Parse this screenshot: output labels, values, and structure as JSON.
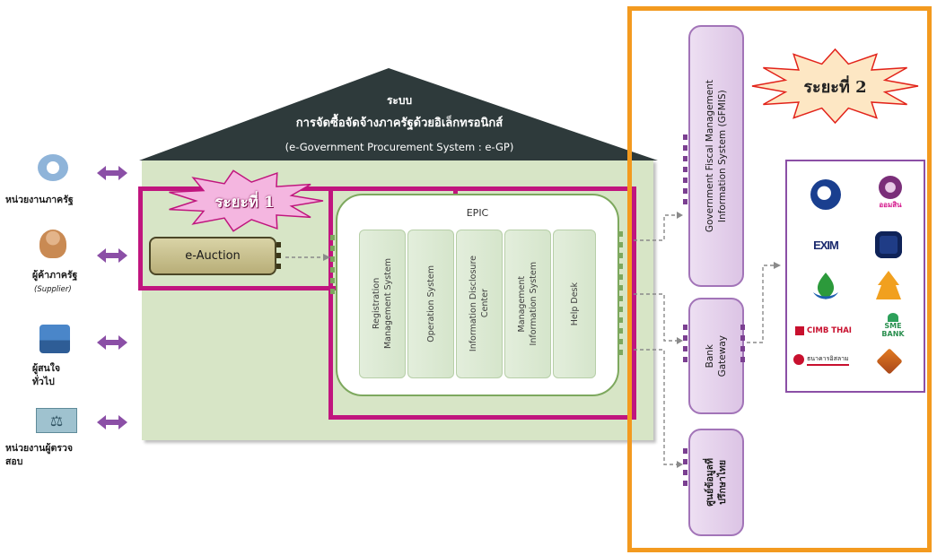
{
  "roof": {
    "line1": "ระบบ",
    "line2": "การจัดซื้อจัดจ้างภาครัฐด้วยอิเล็กทรอนิกส์",
    "line3": "(e-Government Procurement System : e-GP)"
  },
  "phase1": "ระยะที่ 1",
  "phase2": "ระยะที่ 2",
  "eauction": "e-Auction",
  "epic": {
    "title": "EPIC",
    "modules": [
      {
        "label": "Registration\nManagement System"
      },
      {
        "label": "Operation System"
      },
      {
        "label": "Information Disclosure\nCenter"
      },
      {
        "label": "Management\nInformation System"
      },
      {
        "label": "Help Desk"
      }
    ]
  },
  "actors": [
    {
      "label": "หน่วยงานภาครัฐ",
      "icon": "government-building-icon"
    },
    {
      "label": "ผู้ค้าภาครัฐ",
      "sub": "(Supplier)",
      "icon": "supplier-person-icon"
    },
    {
      "label": "ผู้สนใจ\nทั่วไป",
      "icon": "computer-user-icon"
    },
    {
      "label": "หน่วยงานผู้ตรวจ\nสอบ",
      "icon": "scales-icon"
    }
  ],
  "gfmis": "Government Fiscal Management\nInformation System (GFMIS)",
  "bank_gateway": "Bank\nGateway",
  "thai_legal_center": "ศูนย์ข้อมูลที่\nปรึกษาไทย",
  "bank_logos": {
    "r1a": "",
    "r1b": "ออมสิน",
    "r2a": "EXIM",
    "r2b": "",
    "r3a": "",
    "r3b": "",
    "r4a": "CIMB THAI",
    "r4b": "SME BANK",
    "r5a": "ธนาคารอิสลาม",
    "r5b": ""
  },
  "colors": {
    "roof": "#2e3a3b",
    "green_panel": "#d7e5c6",
    "magenta": "#c0157e",
    "orange": "#f39a1f",
    "purple": "#8b4fa6",
    "star_fill": "#f4b6e0"
  }
}
